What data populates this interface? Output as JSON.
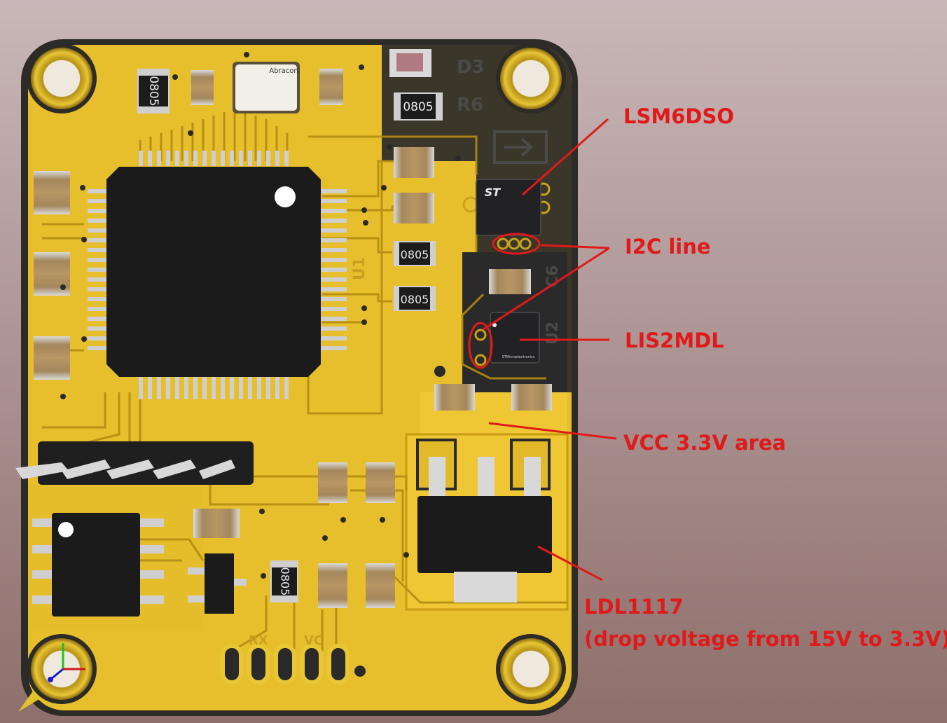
{
  "annotations": [
    {
      "id": "lsm6dso",
      "text": "LSM6DSO"
    },
    {
      "id": "i2c",
      "text": "I2C line"
    },
    {
      "id": "lis2mdl",
      "text": "LIS2MDL"
    },
    {
      "id": "vcc",
      "text": "VCC 3.3V area"
    },
    {
      "id": "ldl1117",
      "text": "LDL1117"
    },
    {
      "id": "ldl1117_note",
      "text": "(drop voltage from 15V to 3.3V)"
    }
  ],
  "silkscreen": {
    "d3": "D3",
    "r6": "R6",
    "u2": "U2",
    "c6": "C6",
    "u1": "U1",
    "rx": "RX",
    "vc": "VC"
  },
  "component_markings": {
    "crystal": "Abracon",
    "r_top_left": "0805",
    "r_top": "0805",
    "r_mid1": "0805",
    "r_mid2": "0805",
    "r_bottom": "0805",
    "st_logo": "ST",
    "lis_marking": "STMicroelectronics"
  },
  "colors": {
    "board": "#e8c22f",
    "pour": "#f0c836",
    "trace": "#d9a814",
    "solder_mask_dark": "#2a2a2c",
    "gold_pad": "#c9a21a",
    "annotation": "#e01a1a",
    "background_top": "#c7b4b5",
    "background_bottom": "#8f706c"
  }
}
